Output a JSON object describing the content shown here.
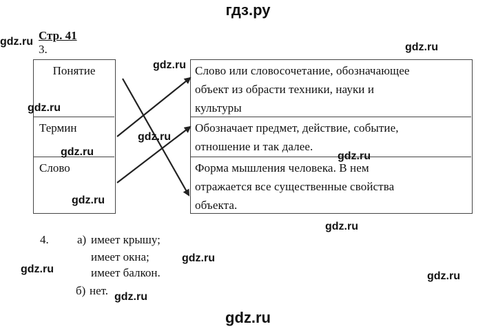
{
  "header": {
    "site": "гдз.ру"
  },
  "page_ref": "Стр. 41",
  "task3": {
    "number": "3.",
    "terms": [
      "Понятие",
      "Термин",
      "Слово"
    ],
    "definitions": [
      [
        "Слово или словосочетание, обозначающее",
        "объект из обрасти техники, науки и",
        "культуры"
      ],
      [
        "Обозначает предмет, действие, событие,",
        "отношение и так далее."
      ],
      [
        "Форма мышления человека. В нем",
        "отражается все существенные свойства",
        "объекта."
      ]
    ]
  },
  "task4": {
    "number": "4.",
    "a_label": "а)",
    "a_lines": [
      "имеет крышу;",
      "имеет окна;",
      "имеет балкон."
    ],
    "b_label": "б)",
    "b_text": "нет."
  },
  "watermark": "gdz.ru",
  "footer": {
    "site": "gdz.ru"
  }
}
